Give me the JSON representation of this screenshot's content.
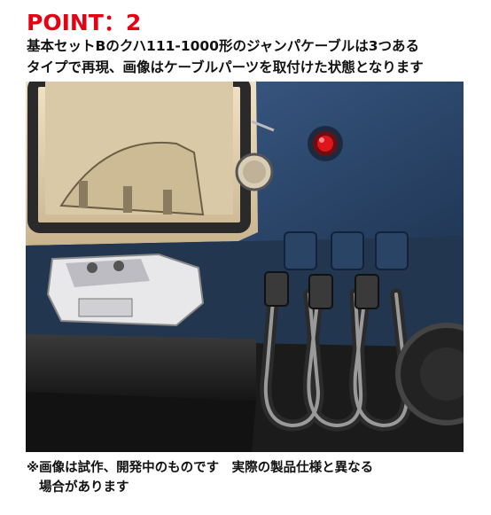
{
  "heading": "POINT：2",
  "description": {
    "line1": "基本セットBのクハ111-1000形のジャンパケーブルは3つある",
    "line2": "タイプで再現、画像はケーブルパーツを取付けた状態となります"
  },
  "photo": {
    "subject": "train-front-jumper-cables"
  },
  "disclaimer": {
    "line1": "※画像は試作、開発中のものです　実際の製品仕様と異なる",
    "line2": "場合があります"
  },
  "colors": {
    "heading": "#e60012",
    "body_blue": "#2e4a6e",
    "cream": "#e8d8b8"
  }
}
